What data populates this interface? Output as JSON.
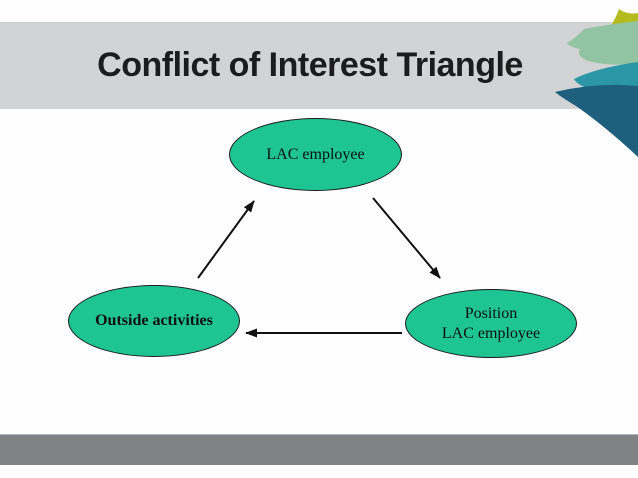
{
  "slide": {
    "title": "Conflict of Interest Triangle"
  },
  "diagram": {
    "nodes": {
      "top": {
        "label": "LAC employee"
      },
      "left": {
        "label": "Outside activities"
      },
      "right": {
        "line1": "Position",
        "line2": "LAC employee"
      }
    },
    "arrows": [
      {
        "name": "outside-activities-to-lac-employee",
        "direction": "up-right"
      },
      {
        "name": "lac-employee-to-position",
        "direction": "down-right"
      },
      {
        "name": "position-to-outside-activities",
        "direction": "left"
      }
    ]
  },
  "colors": {
    "title_band": "#d1d3d4",
    "footer_bar": "#808285",
    "node_fill": "#1ec492",
    "node_border": "#1a1a1a",
    "arrow": "#111111",
    "title_text": "#1c1c1c",
    "petal_chartreuse": "#b3bb1f",
    "petal_sage": "#92c3a3",
    "petal_teal": "#2b96a6",
    "petal_slate": "#1f5f7e"
  }
}
